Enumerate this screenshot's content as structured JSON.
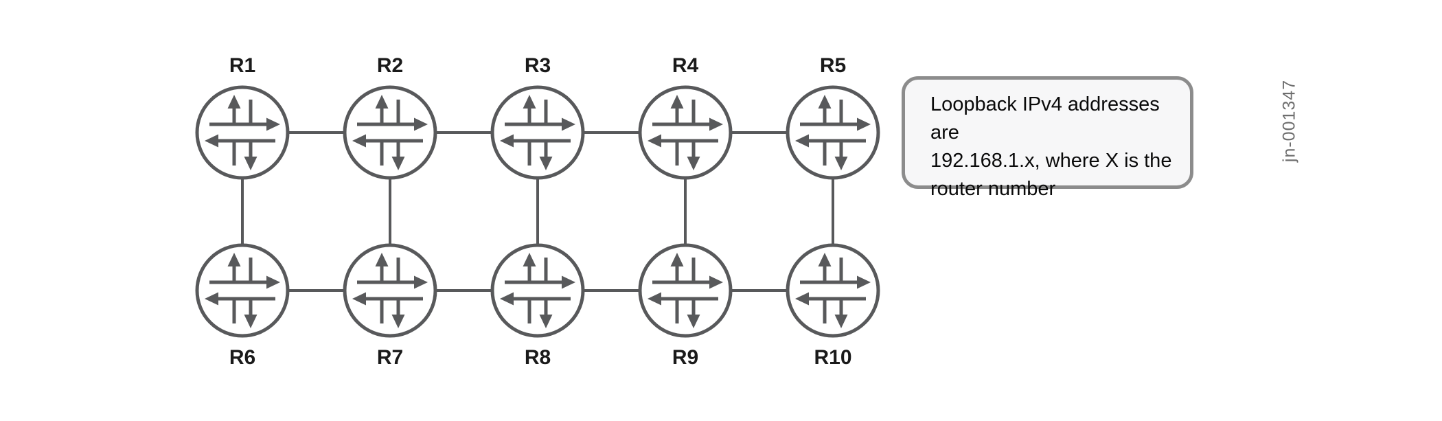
{
  "topology": {
    "routers": [
      {
        "id": "R1",
        "label": "R1",
        "row": 0,
        "col": 0
      },
      {
        "id": "R2",
        "label": "R2",
        "row": 0,
        "col": 1
      },
      {
        "id": "R3",
        "label": "R3",
        "row": 0,
        "col": 2
      },
      {
        "id": "R4",
        "label": "R4",
        "row": 0,
        "col": 3
      },
      {
        "id": "R5",
        "label": "R5",
        "row": 0,
        "col": 4
      },
      {
        "id": "R6",
        "label": "R6",
        "row": 1,
        "col": 0
      },
      {
        "id": "R7",
        "label": "R7",
        "row": 1,
        "col": 1
      },
      {
        "id": "R8",
        "label": "R8",
        "row": 1,
        "col": 2
      },
      {
        "id": "R9",
        "label": "R9",
        "row": 1,
        "col": 3
      },
      {
        "id": "R10",
        "label": "R10",
        "row": 1,
        "col": 4
      }
    ],
    "links": [
      [
        "R1",
        "R2"
      ],
      [
        "R2",
        "R3"
      ],
      [
        "R3",
        "R4"
      ],
      [
        "R4",
        "R5"
      ],
      [
        "R6",
        "R7"
      ],
      [
        "R7",
        "R8"
      ],
      [
        "R8",
        "R9"
      ],
      [
        "R9",
        "R10"
      ],
      [
        "R1",
        "R6"
      ],
      [
        "R2",
        "R7"
      ],
      [
        "R3",
        "R8"
      ],
      [
        "R4",
        "R9"
      ],
      [
        "R5",
        "R10"
      ]
    ]
  },
  "note": {
    "lines": [
      "Loopback IPv4 addresses are",
      "192.168.1.x, where X is the",
      "router number"
    ]
  },
  "caption": {
    "text": "jn-001347"
  },
  "colors": {
    "line": "#58595b",
    "label": "#1a1a1a",
    "note_fill": "#f7f7f8",
    "note_border": "#8c8c8c",
    "note_text": "#0a0a0a",
    "caption": "#6e6e6e"
  }
}
